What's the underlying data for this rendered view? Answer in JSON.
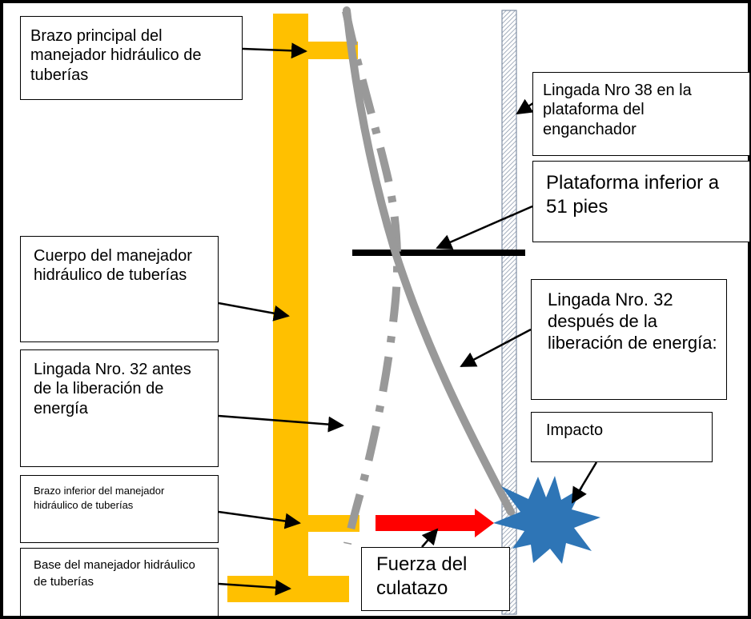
{
  "labels": {
    "main_arm": "Brazo principal del manejador hidráulico de tuberías",
    "stand_38": "Lingada Nro 38 en la plataforma del enganchador",
    "lower_platform": "Plataforma inferior a 51 pies",
    "body": "Cuerpo del manejador hidráulico de tuberías",
    "stand_32_after": "Lingada Nro. 32 después de la liberación de energía:",
    "stand_32_before": "Lingada Nro. 32 antes de la liberación de energía",
    "impact": "Impacto",
    "lower_arm": "Brazo inferior del manejador hidráulico de tuberías",
    "base": "Base del manejador hidráulico de tuberías",
    "kick_force": "Fuerza del culatazo"
  },
  "colors": {
    "handler": "#FFC000",
    "pipe": "#999999",
    "force_arrow": "#FF0000",
    "impact": "#2E75B6",
    "platform": "#000000",
    "frame": "#000000"
  }
}
